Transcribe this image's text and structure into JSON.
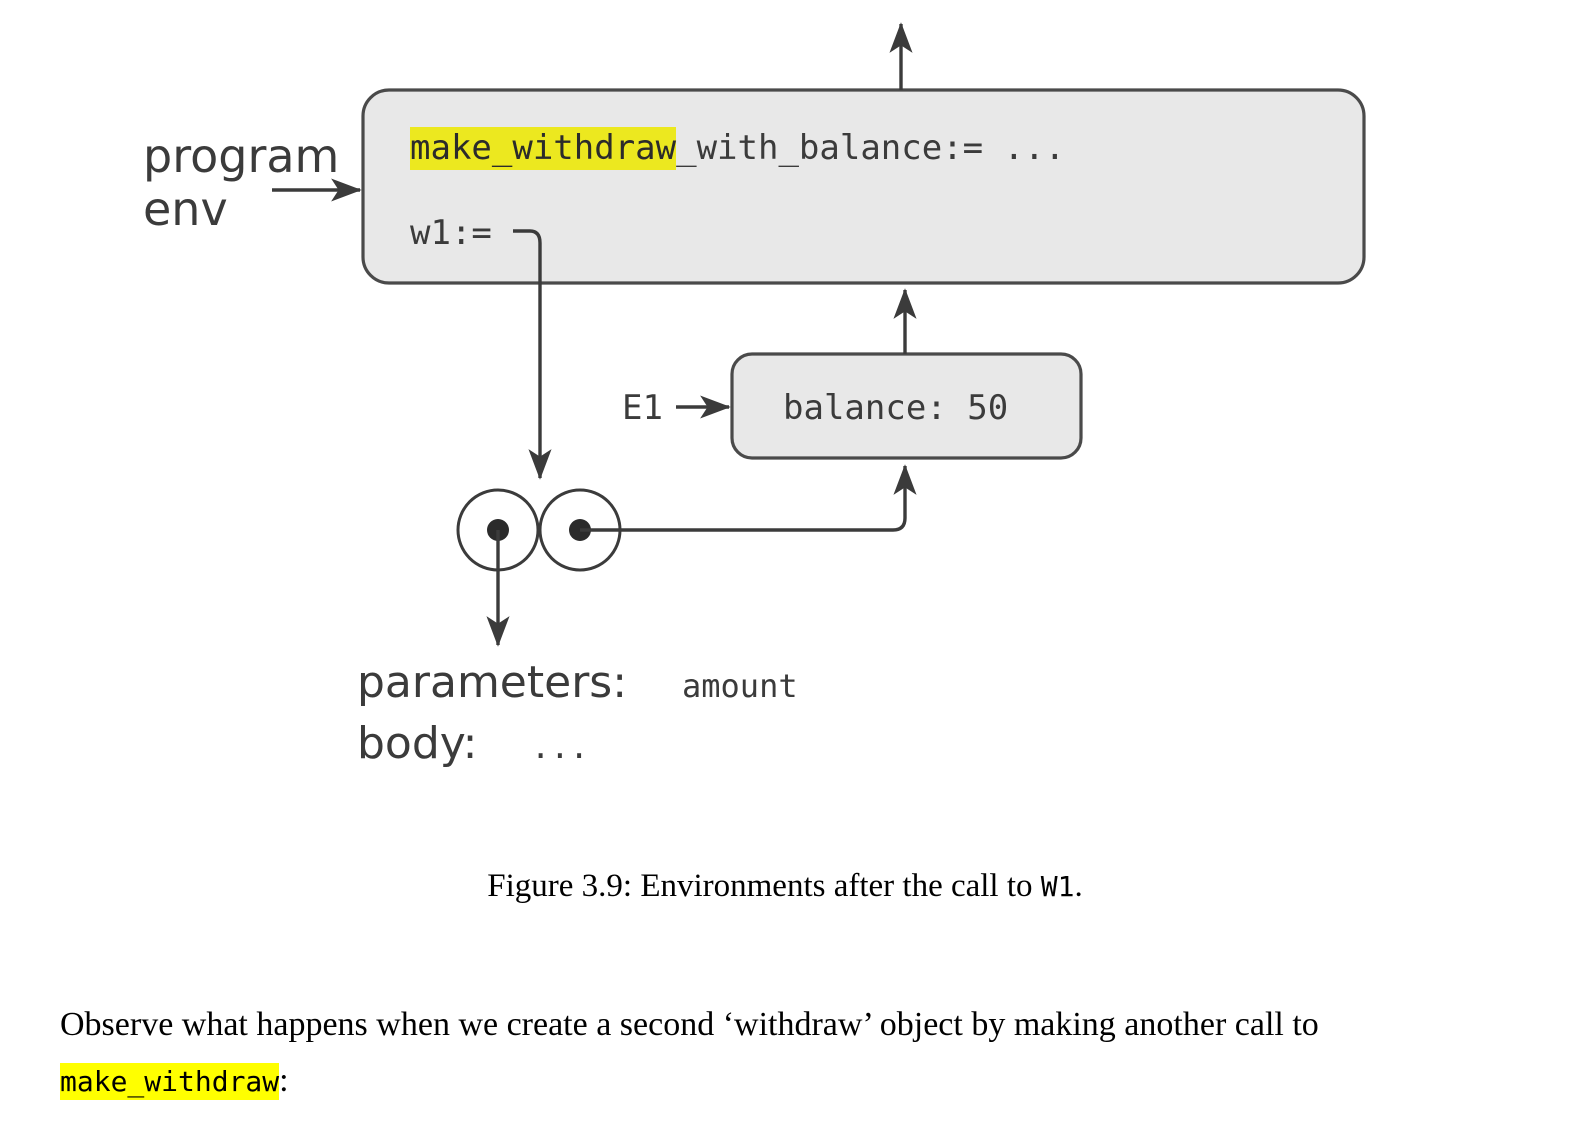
{
  "figure": {
    "global_frame": {
      "name": "program-env-frame",
      "label": "program\nenv",
      "bindings": [
        {
          "highlighted": "make_withdraw",
          "rest": "_with_balance:= ..."
        },
        {
          "highlighted": "",
          "rest": "w1:="
        }
      ],
      "fill_color": "#e8e8e8",
      "stroke_color": "#4a4a4a"
    },
    "e1_frame": {
      "name": "e1-frame",
      "label": "E1",
      "binding": "balance: 50",
      "fill_color": "#e8e8e8",
      "stroke_color": "#4a4a4a"
    },
    "function_value": {
      "name": "withdraw-function-value",
      "parameters_key": "parameters:",
      "parameters_value": "amount",
      "body_key": "body:",
      "body_value": "..."
    },
    "highlight_color": "#ece81f"
  },
  "caption": {
    "prefix": "Figure 3.9: Environments after the call to ",
    "code": "W1",
    "suffix": "."
  },
  "paragraph": {
    "text_before": "Observe what happens when we create a second ‘withdraw’ object by making another call to ",
    "code": "make_withdraw",
    "text_after": ":"
  }
}
